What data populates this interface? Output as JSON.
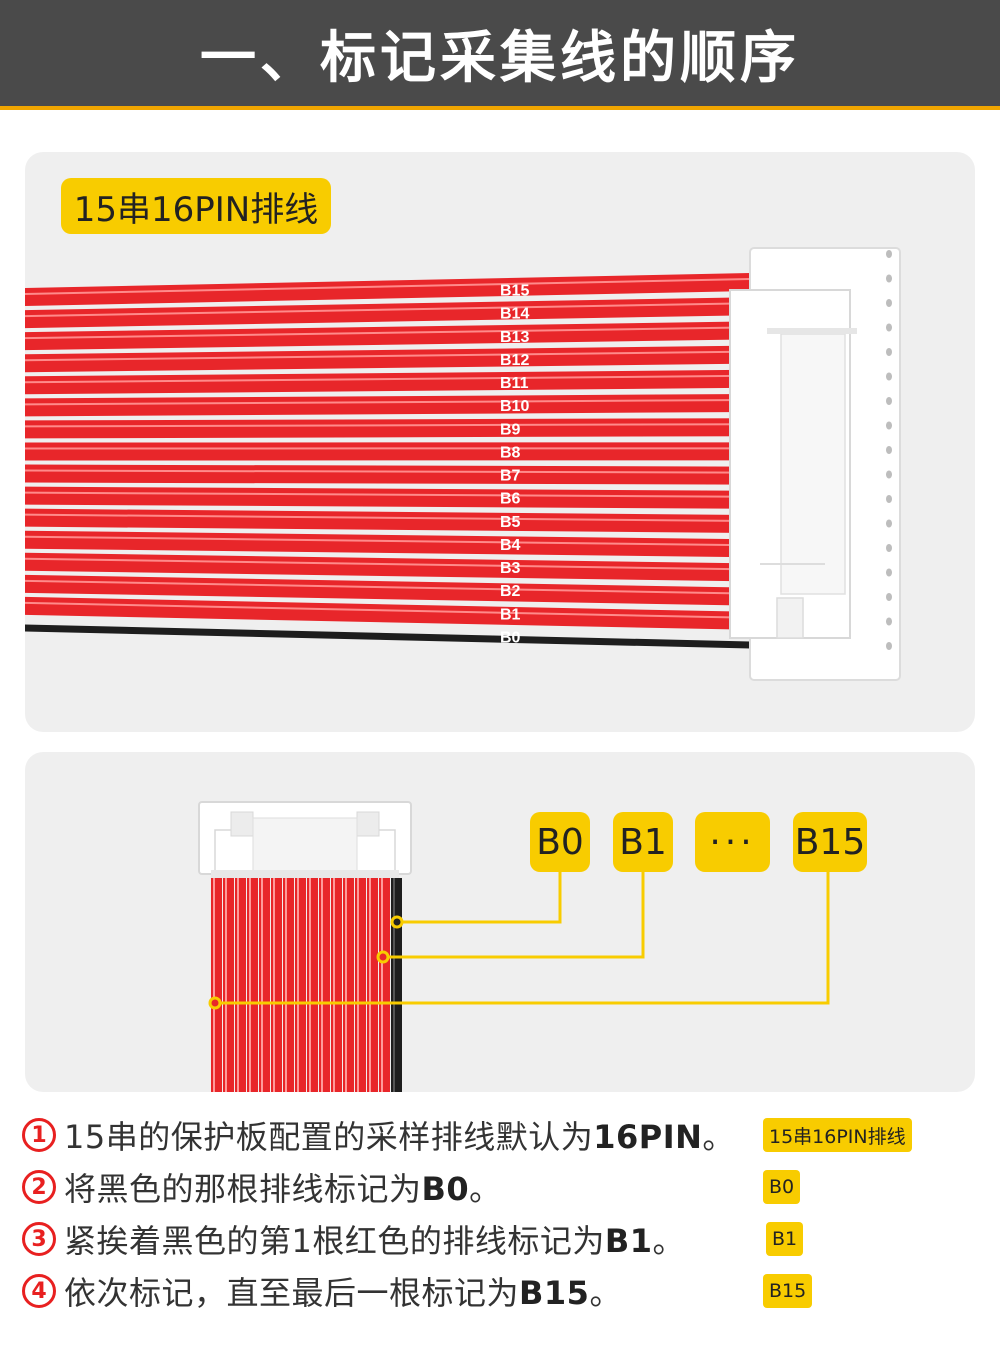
{
  "header": {
    "title": "一、标记采集线的顺序"
  },
  "ribbon": {
    "tag": "15串16PIN排线",
    "wire_labels": [
      "B15",
      "B14",
      "B13",
      "B12",
      "B11",
      "B10",
      "B9",
      "B8",
      "B7",
      "B6",
      "B5",
      "B4",
      "B3",
      "B2",
      "B1",
      "B0"
    ],
    "colors": {
      "red": "#e8262a",
      "black": "#1e1e1e",
      "connector": "#ffffff"
    }
  },
  "pinout": {
    "labels": {
      "b0": "B0",
      "b1": "B1",
      "ellipsis": "···",
      "b15": "B15"
    },
    "accent": "#f8cc00"
  },
  "notes": [
    {
      "num": "1",
      "text": "15串的保护板配置的采样排线默认为",
      "bold": "16PIN",
      "end": "。",
      "tag": "15串16PIN排线"
    },
    {
      "num": "2",
      "text": "将黑色的那根排线标记为",
      "bold": "B0",
      "end": "。",
      "tag": "B0"
    },
    {
      "num": "3",
      "text": "紧挨着黑色的第1根红色的排线标记为",
      "bold": "B1",
      "end": "。",
      "tag": "B1"
    },
    {
      "num": "4",
      "text": "依次标记，直至最后一根标记为",
      "bold": "B15",
      "end": "。",
      "tag": "B15"
    }
  ]
}
